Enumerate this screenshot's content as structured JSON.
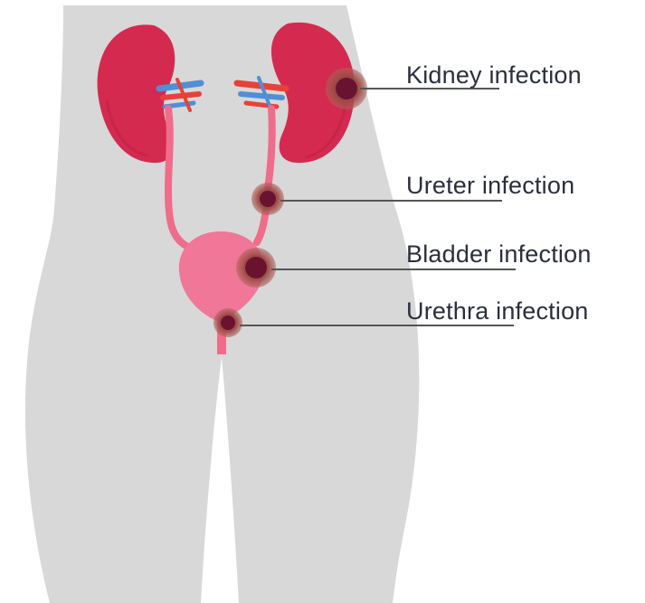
{
  "labels": {
    "kidney": "Kidney infection",
    "ureter": "Ureter infection",
    "bladder": "Bladder infection",
    "urethra": "Urethra infection"
  },
  "colors": {
    "body": "#d8d8d8",
    "kidney": "#d42a4f",
    "ureter": "#ef6c8a",
    "bladder": "#f07797",
    "infection_core": "#6a1330",
    "infection_halo": "#a0524c",
    "vein": "#4f8fd6",
    "artery": "#e6423a",
    "line": "#555555",
    "text": "#2b2f3d"
  }
}
